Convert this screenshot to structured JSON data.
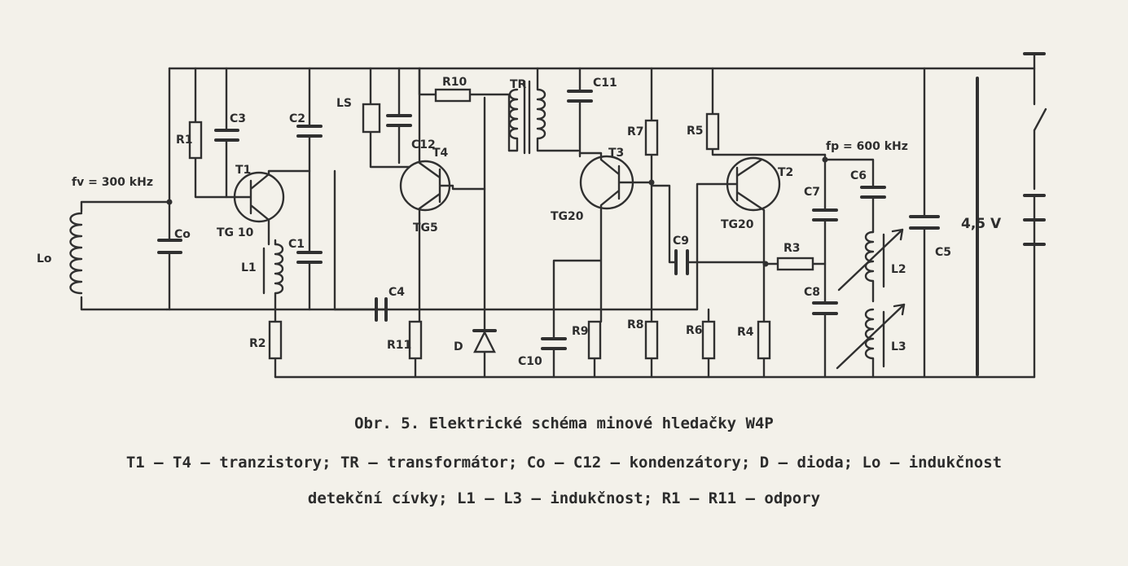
{
  "figure": {
    "title": "Obr. 5. Elektrické schéma minové hledačky W4P",
    "legend_line1": "T1 – T4 – tranzistory; TR – transformátor; Co – C12 – kondenzátory; D – dioda; Lo – indukčnost",
    "legend_line2": "detekční cívky; L1 – L3 – indukčnost; R1 – R11 – odpory"
  },
  "schematic": {
    "freq_fv": "fv = 300 kHz",
    "freq_fp": "fp = 600 kHz",
    "battery_label": "4,5 V",
    "transistor_types": [
      "TG 10",
      "TG5",
      "TG20",
      "TG20"
    ],
    "components": [
      "Lo",
      "Co",
      "R1",
      "C3",
      "C2",
      "C1",
      "L1",
      "R2",
      "C4",
      "LS",
      "C12",
      "T4",
      "R11",
      "D",
      "R10",
      "TR",
      "C11",
      "C10",
      "R9",
      "T3",
      "R7",
      "R8",
      "C9",
      "R5",
      "T2",
      "R6",
      "R4",
      "R3",
      "C7",
      "C8",
      "C6",
      "L2",
      "L3",
      "C5",
      "T1"
    ]
  },
  "labels": {
    "Lo": "Lo",
    "Co": "Co",
    "R1": "R1",
    "C3": "C3",
    "C2": "C2",
    "C1": "C1",
    "L1": "L1",
    "R2": "R2",
    "C4": "C4",
    "LS": "LS",
    "C12": "C12",
    "T4": "T4",
    "R11": "R11",
    "D": "D",
    "R10": "R10",
    "TR": "TR",
    "C11": "C11",
    "C10": "C10",
    "R9": "R9",
    "T3": "T3",
    "R7": "R7",
    "R8": "R8",
    "C9": "C9",
    "R5": "R5",
    "T2": "T2",
    "R6": "R6",
    "R4": "R4",
    "R3": "R3",
    "C7": "C7",
    "C8": "C8",
    "C6": "C6",
    "L2": "L2",
    "L3": "L3",
    "C5": "C5",
    "T1": "T1"
  }
}
